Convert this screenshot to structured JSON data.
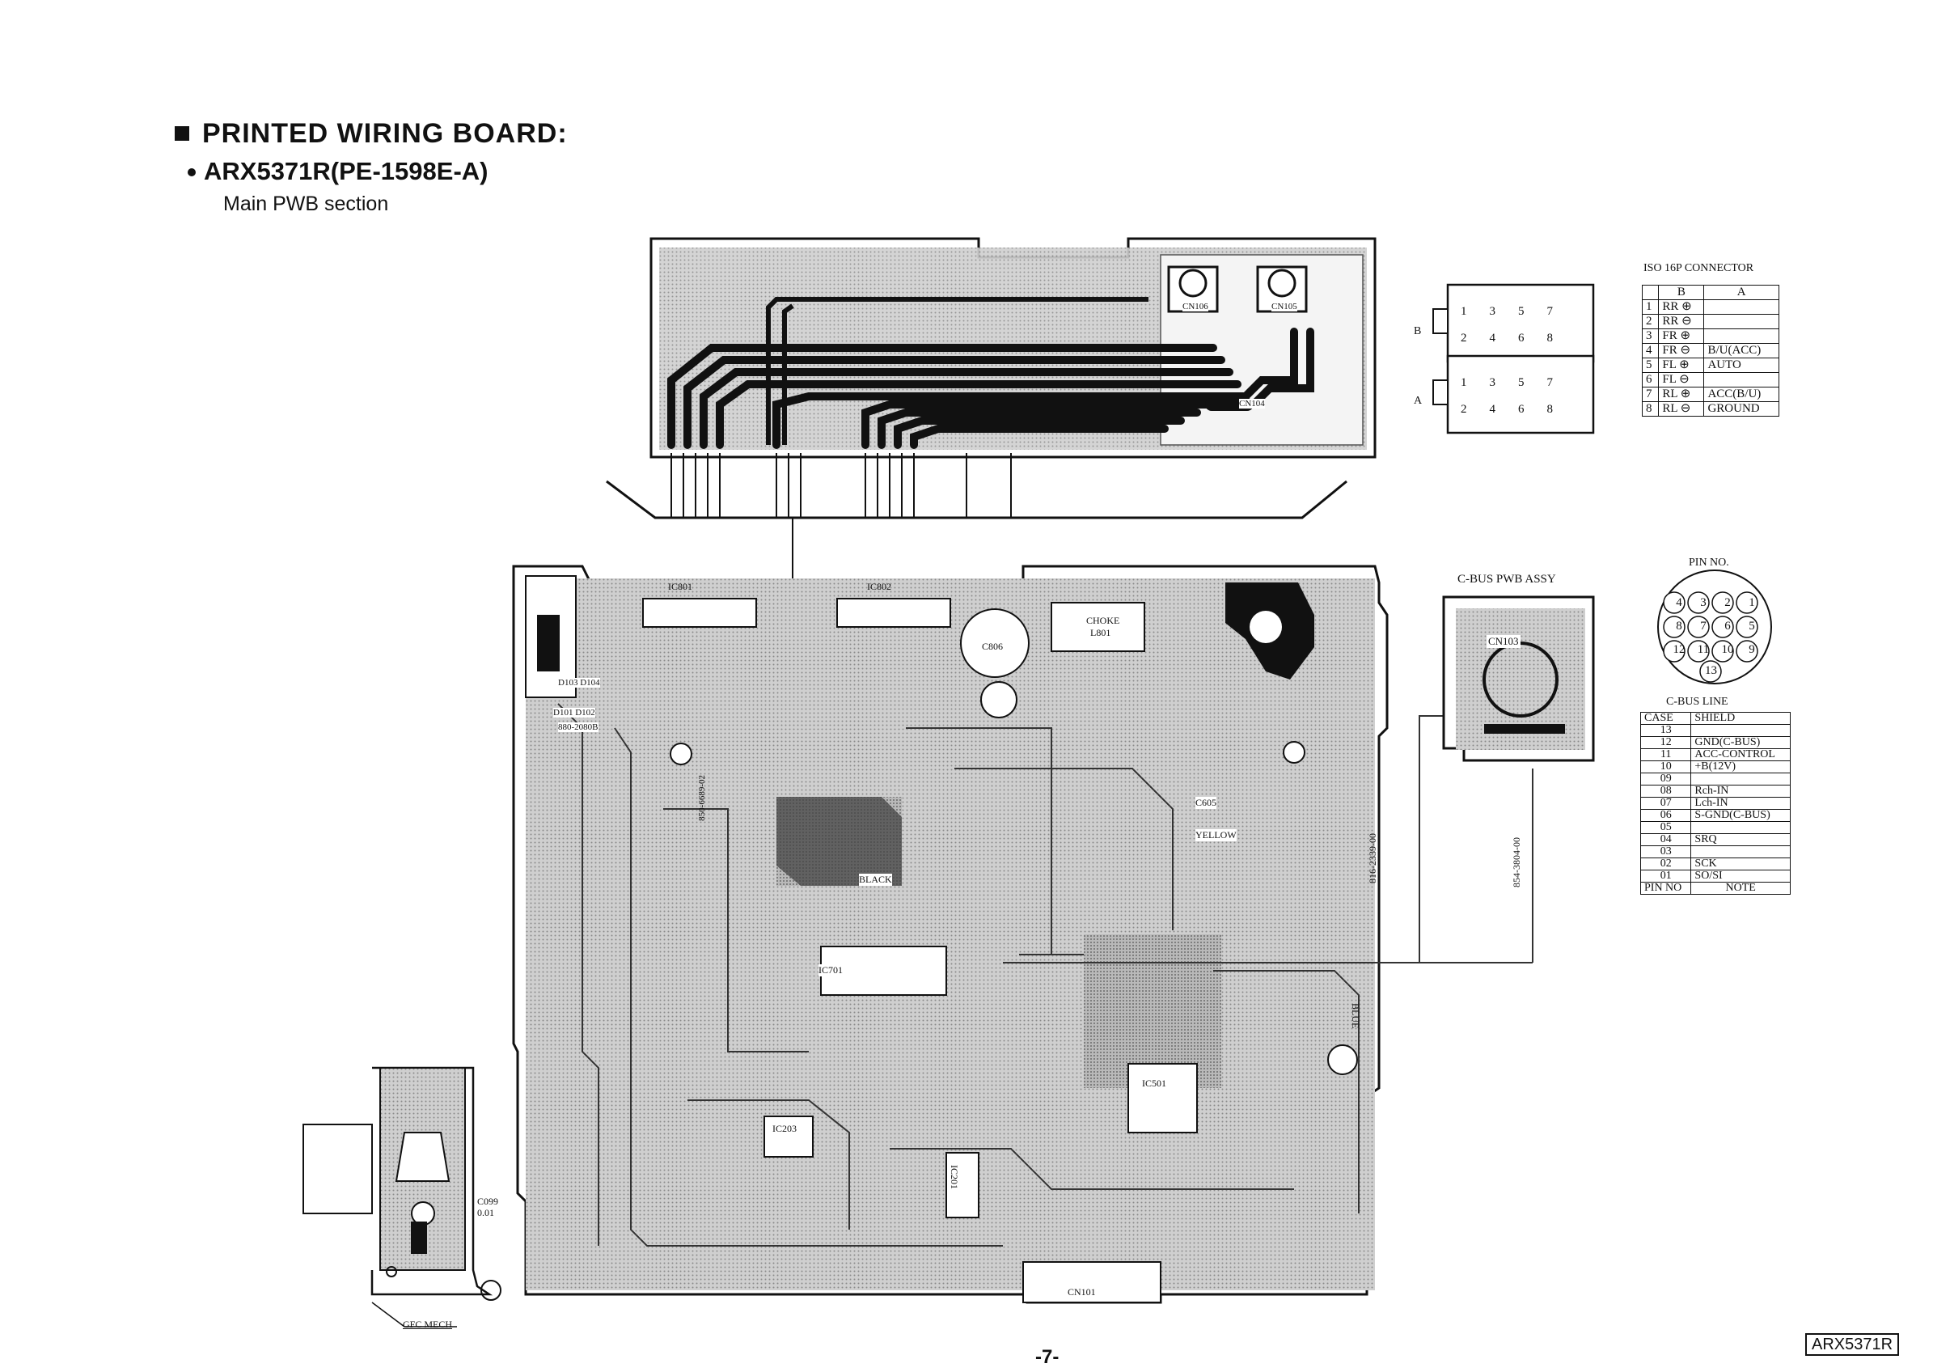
{
  "heading": {
    "title": "PRINTED WIRING BOARD:",
    "model_line": "ARX5371R(PE-1598E-A)",
    "section": "Main PWB section"
  },
  "iso_connector": {
    "title": "ISO 16P CONNECTOR",
    "col_b": "B",
    "col_a": "A",
    "rows": [
      {
        "pin": "1",
        "b": "RR ⊕",
        "a": ""
      },
      {
        "pin": "2",
        "b": "RR ⊖",
        "a": ""
      },
      {
        "pin": "3",
        "b": "FR ⊕",
        "a": ""
      },
      {
        "pin": "4",
        "b": "FR ⊖",
        "a": "B/U(ACC)"
      },
      {
        "pin": "5",
        "b": "FL ⊕",
        "a": "AUTO"
      },
      {
        "pin": "6",
        "b": "FL ⊖",
        "a": ""
      },
      {
        "pin": "7",
        "b": "RL ⊕",
        "a": "ACC(B/U)"
      },
      {
        "pin": "8",
        "b": "RL ⊖",
        "a": "GROUND"
      }
    ],
    "side_b": "B",
    "side_a": "A",
    "slot_numbers_top": [
      "1",
      "3",
      "5",
      "7"
    ],
    "slot_numbers_bottom": [
      "2",
      "4",
      "6",
      "8"
    ]
  },
  "pin_no": {
    "title": "PIN NO.",
    "pins": [
      "4",
      "3",
      "2",
      "1",
      "8",
      "7",
      "6",
      "5",
      "12",
      "11",
      "10",
      "9",
      "13"
    ]
  },
  "cbus_line": {
    "title": "C-BUS LINE",
    "rows": [
      {
        "pin": "CASE",
        "note": "SHIELD"
      },
      {
        "pin": "13",
        "note": ""
      },
      {
        "pin": "12",
        "note": "GND(C-BUS)"
      },
      {
        "pin": "11",
        "note": "ACC-CONTROL"
      },
      {
        "pin": "10",
        "note": "+B(12V)"
      },
      {
        "pin": "09",
        "note": ""
      },
      {
        "pin": "08",
        "note": "Rch-IN"
      },
      {
        "pin": "07",
        "note": "Lch-IN"
      },
      {
        "pin": "06",
        "note": "S-GND(C-BUS)"
      },
      {
        "pin": "05",
        "note": ""
      },
      {
        "pin": "04",
        "note": "SRQ"
      },
      {
        "pin": "03",
        "note": ""
      },
      {
        "pin": "02",
        "note": "SCK"
      },
      {
        "pin": "01",
        "note": "SO/SI"
      },
      {
        "pin": "PIN NO",
        "note": "NOTE"
      }
    ]
  },
  "labels": {
    "cbus_assy": "C-BUS PWB ASSY",
    "cn103": "CN103",
    "cn106": "CN106",
    "cn105": "CN105",
    "cn104": "CN104",
    "cn101": "CN101",
    "ic801": "IC801",
    "ic802": "IC802",
    "ic701": "IC701",
    "ic501": "IC501",
    "ic203": "IC203",
    "ic201": "IC201",
    "choke": "CHOKE",
    "l801": "L801",
    "c806": "C806",
    "c605": "C605",
    "black": "BLACK",
    "yellow": "YELLOW",
    "blue": "BLUE",
    "gfc_mech": "GFC MECH",
    "c099": "C099",
    "c099_val": "0.01",
    "d101": "D101 D102",
    "d103": "D103  D104",
    "part_a": "880-2080B",
    "part_b": "816-2339-00",
    "part_c": "854-3804-00",
    "part_d": "850-6689-02"
  },
  "footer": {
    "page": "-7-",
    "model_box": "ARX5371R"
  }
}
